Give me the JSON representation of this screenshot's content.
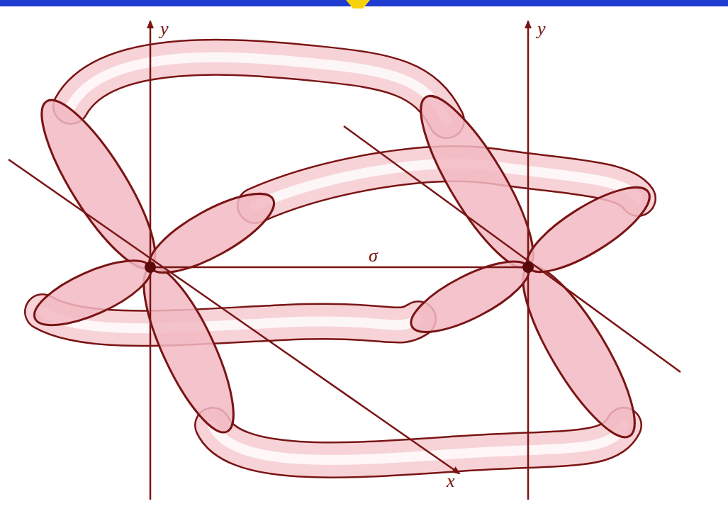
{
  "diagram": {
    "labels": [
      "y",
      "y",
      "σ",
      "x"
    ]
  }
}
